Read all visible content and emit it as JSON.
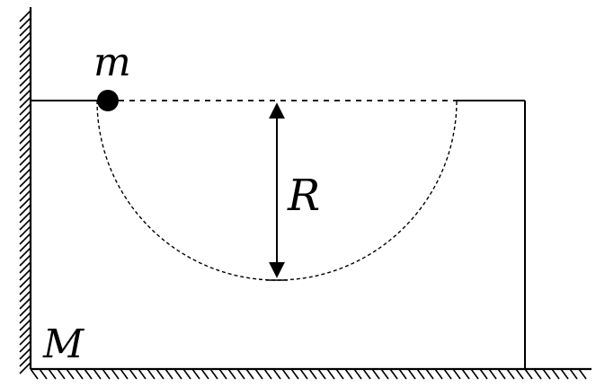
{
  "labels": {
    "mass_small": "m",
    "radius": "R",
    "mass_block": "M"
  },
  "colors": {
    "ink": "#000000",
    "background": "#ffffff"
  }
}
